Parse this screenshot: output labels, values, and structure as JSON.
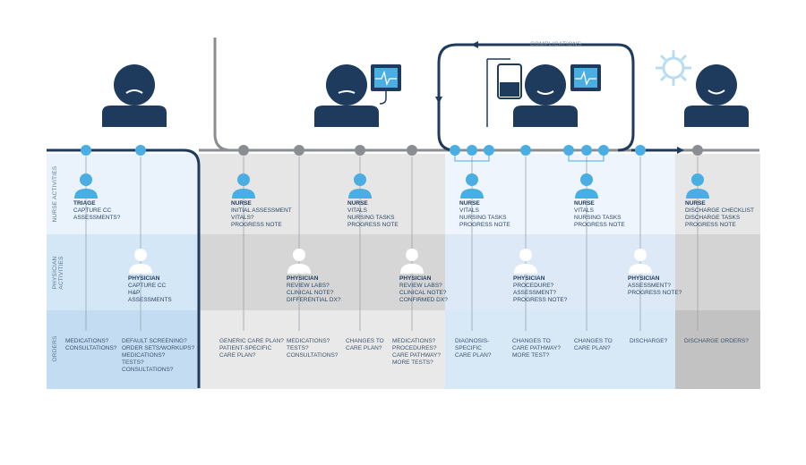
{
  "rows": {
    "nurse": "NURSE ACTIVITIES",
    "physician": "PHYSICIAN ACTIVITIES",
    "orders": "ORDERS"
  },
  "complications_label": "COMPLICATIONS",
  "nurse_cells": [
    {
      "role": "TRIAGE",
      "lines": [
        "CAPTURE CC",
        "ASSESSMENTS?"
      ]
    },
    {
      "role": "NURSE",
      "lines": [
        "INITIAL ASSESSMENT",
        "VITALS?",
        "PROGRESS NOTE"
      ]
    },
    {
      "role": "NURSE",
      "lines": [
        "VITALS",
        "NURSING TASKS",
        "PROGRESS NOTE"
      ]
    },
    {
      "role": "NURSE",
      "lines": [
        "VITALS",
        "NURSING TASKS",
        "PROGRESS NOTE"
      ]
    },
    {
      "role": "NURSE",
      "lines": [
        "VITALS",
        "NURSING TASKS",
        "PROGRESS NOTE"
      ]
    },
    {
      "role": "NURSE",
      "lines": [
        "DISCHARGE CHECKLIST",
        "DISCHARGE TASKS",
        "PROGRESS NOTE"
      ]
    }
  ],
  "physician_cells": [
    {
      "role": "PHYSICIAN",
      "lines": [
        "CAPTURE CC",
        "H&P",
        "ASSESSMENTS"
      ]
    },
    {
      "role": "PHYSICIAN",
      "lines": [
        "REVIEW LABS?",
        "CLINICAL NOTE?",
        "DIFFERENTIAL DX?"
      ]
    },
    {
      "role": "PHYSICIAN",
      "lines": [
        "REVIEW LABS?",
        "CLINICAL NOTE?",
        "CONFIRMED DX?"
      ]
    },
    {
      "role": "PHYSICIAN",
      "lines": [
        "PROCEDURE?",
        "ASSESSMENT?",
        "PROGRESS NOTE?"
      ]
    },
    {
      "role": "PHYSICIAN",
      "lines": [
        "ASSESSMENT?",
        "PROGRESS NOTE?"
      ]
    }
  ],
  "orders": [
    {
      "lines": [
        "MEDICATIONS?",
        "CONSULTATIONS?"
      ]
    },
    {
      "lines": [
        "DEFAULT SCREENING?",
        "ORDER SETS/WORKUPS?",
        "MEDICATIONS?",
        "TESTS?",
        "CONSULTATIONS?"
      ]
    },
    {
      "lines": [
        "GENERIC CARE PLAN?",
        "PATIENT-SPECIFIC",
        "CARE PLAN?"
      ]
    },
    {
      "lines": [
        "MEDICATIONS?",
        "TESTS?",
        "CONSULTATIONS?"
      ]
    },
    {
      "lines": [
        "CHANGES TO",
        "CARE PLAN?"
      ]
    },
    {
      "lines": [
        "MEDICATIONS?",
        "PROCEDURES?",
        "CARE PATHWAY?",
        "MORE TESTS?"
      ]
    },
    {
      "lines": [
        "DIAGNOSIS-",
        "SPECIFIC",
        "CARE PLAN?"
      ]
    },
    {
      "lines": [
        "CHANGES TO",
        "CARE PATHWAY?",
        "MORE TEST?"
      ]
    },
    {
      "lines": [
        "CHANGES TO",
        "CARE PLAN?"
      ]
    },
    {
      "lines": [
        "DISCHARGE?"
      ]
    },
    {
      "lines": [
        "DISCHARGE ORDERS?"
      ]
    }
  ],
  "colors": {
    "navy": "#1e3a5c",
    "accent": "#4aaee3",
    "gray_track": "#8a8d91",
    "panel_light": "#eaf3fb",
    "panel_blue": "#d4e7f7",
    "panel_gray": "#dcdcdc",
    "panel_gray_dark": "#c7c7c7",
    "sun": "#b9dcf2"
  }
}
